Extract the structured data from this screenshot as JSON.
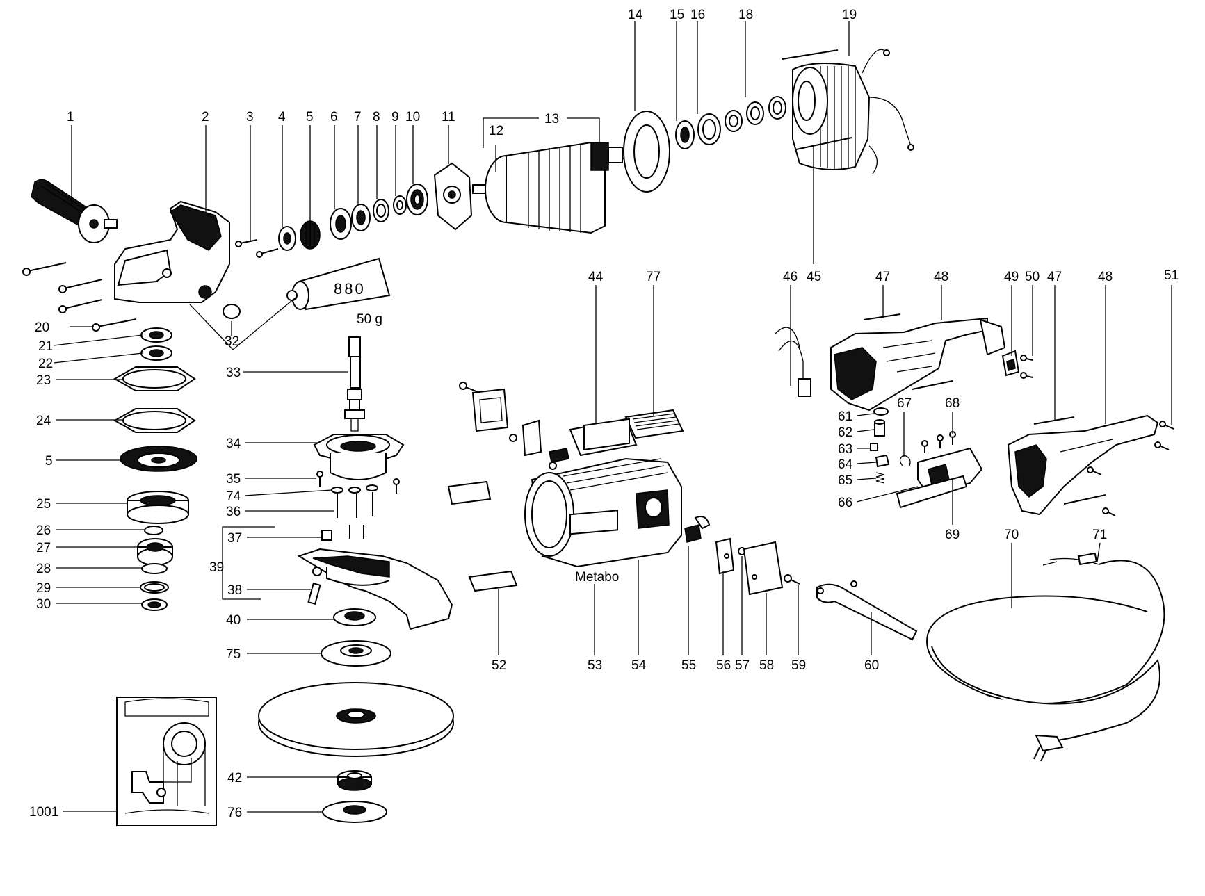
{
  "diagram": {
    "tube_label": "880",
    "tube_weight": "50 g",
    "brand_plate": "Metabo",
    "labels": {
      "l1": "1",
      "l2": "2",
      "l3": "3",
      "l4": "4",
      "l5a": "5",
      "l6": "6",
      "l7": "7",
      "l8": "8",
      "l9": "9",
      "l10": "10",
      "l11": "11",
      "l12": "12",
      "l13": "13",
      "l14": "14",
      "l15": "15",
      "l16": "16",
      "l18": "18",
      "l19": "19",
      "l20": "20",
      "l21": "21",
      "l22": "22",
      "l23": "23",
      "l24": "24",
      "l5b": "5",
      "l25": "25",
      "l26": "26",
      "l27": "27",
      "l28": "28",
      "l29": "29",
      "l30": "30",
      "l32": "32",
      "l33": "33",
      "l34": "34",
      "l35": "35",
      "l74": "74",
      "l36": "36",
      "l37": "37",
      "l39": "39",
      "l38": "38",
      "l40": "40",
      "l75": "75",
      "l42": "42",
      "l76": "76",
      "l1001": "1001",
      "l44": "44",
      "l77": "77",
      "l46": "46",
      "l45": "45",
      "l47a": "47",
      "l48a": "48",
      "l49": "49",
      "l50": "50",
      "l47b": "47",
      "l48b": "48",
      "l51": "51",
      "l61": "61",
      "l62": "62",
      "l63": "63",
      "l64": "64",
      "l65": "65",
      "l66": "66",
      "l67": "67",
      "l68": "68",
      "l69": "69",
      "l70": "70",
      "l71": "71",
      "l52": "52",
      "l53": "53",
      "l54": "54",
      "l55": "55",
      "l56": "56",
      "l57": "57",
      "l58": "58",
      "l59": "59",
      "l60": "60"
    }
  }
}
